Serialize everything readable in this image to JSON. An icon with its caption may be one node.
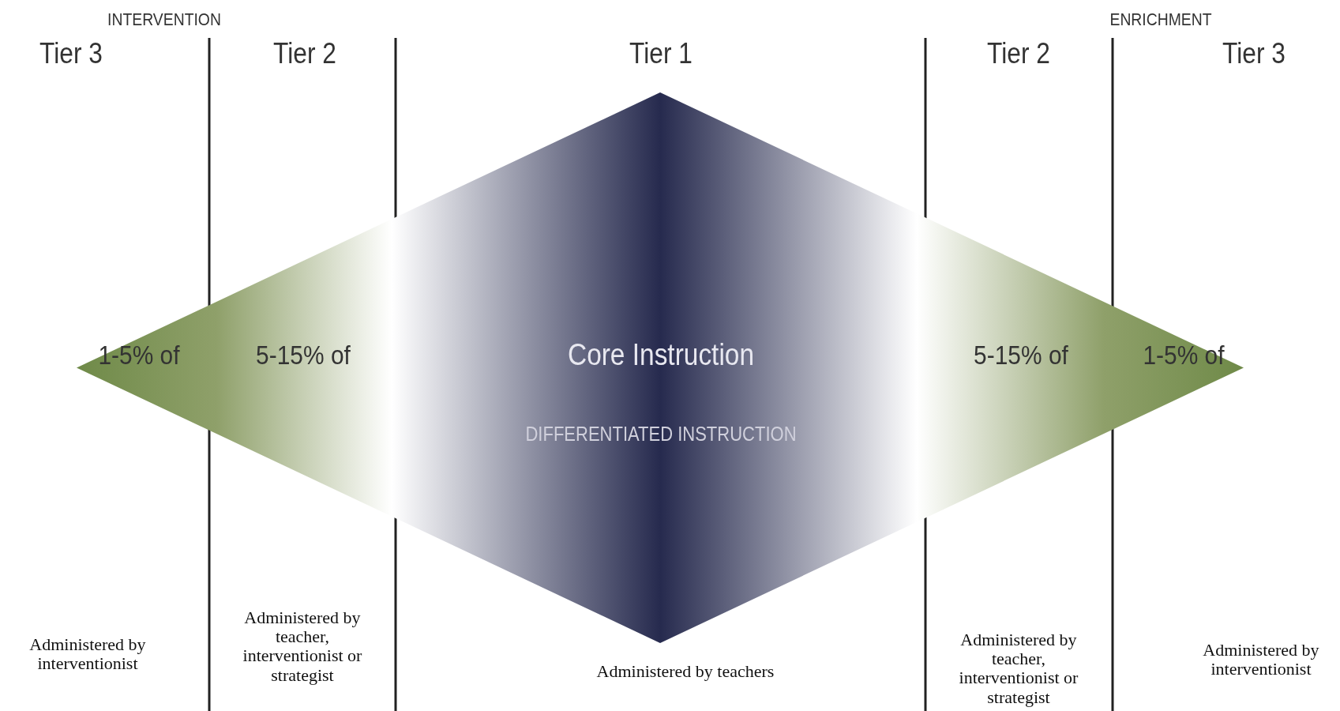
{
  "diagram": {
    "nodes": [
      {
        "text": [
          "1-5% of",
          "5-15% of",
          "Core Instruction",
          "DIFFERENTIATED INSTRUCTION",
          "5-15% of",
          "1-5% of"
        ]
      }
    ],
    "labels": [
      "INTERVENTION",
      "ENRICHMENT",
      "Tier 3",
      "Tier 2",
      "Tier 1",
      "Tier 2",
      "Tier 3",
      "Administered by interventionist",
      "Administered by teacher, interventionist or strategist",
      "Administered by teachers",
      "Administered by teacher, interventionist or strategist",
      "Administered by interventionist"
    ]
  }
}
